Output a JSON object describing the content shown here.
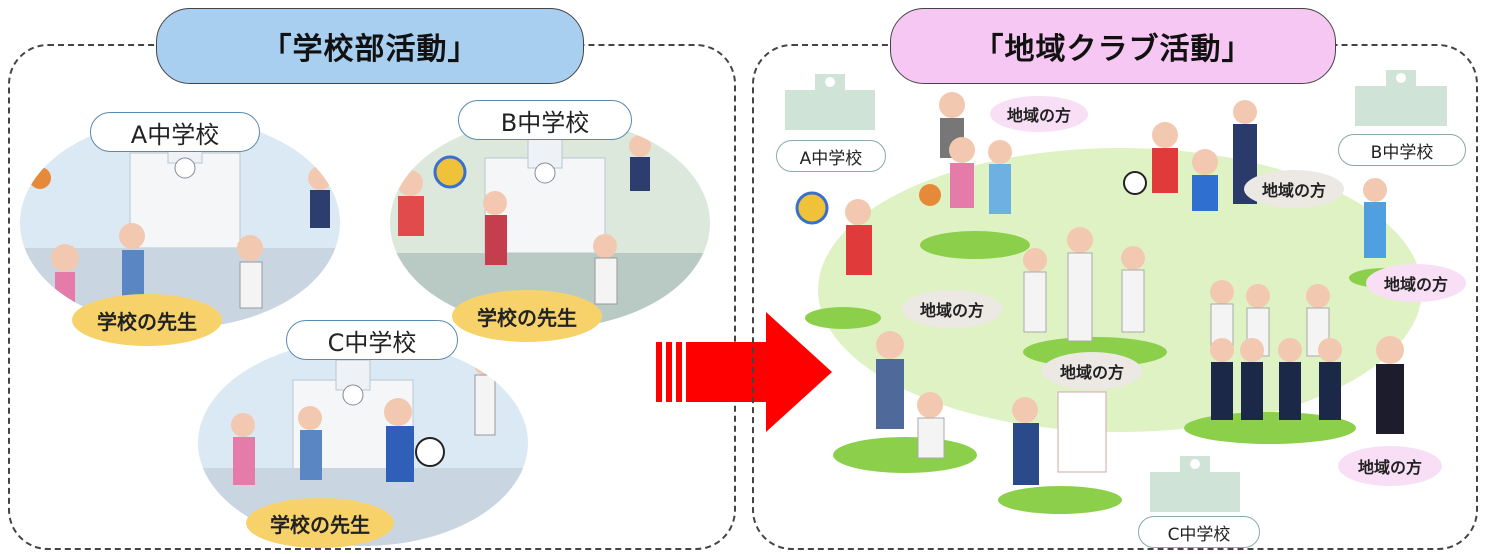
{
  "left_panel": {
    "title": "「学校部活動」",
    "schools": [
      {
        "name": "A中学校",
        "teacher_label": "学校の先生"
      },
      {
        "name": "B中学校",
        "teacher_label": "学校の先生"
      },
      {
        "name": "C中学校",
        "teacher_label": "学校の先生"
      }
    ]
  },
  "right_panel": {
    "title": "「地域クラブ活動」",
    "schools": [
      "A中学校",
      "B中学校",
      "C中学校"
    ],
    "local_label": "地域の方"
  },
  "colors": {
    "left_title_bg": "#a9cff0",
    "right_title_bg": "#f6c7f2",
    "arrow": "#ff0000",
    "field": "#dff2c4",
    "teacher_badge": "#f7d26a",
    "local_badge_gray": "#ece8e4",
    "local_badge_pink": "#f9dff5"
  },
  "icons": [
    "building-icon",
    "arrow-right-icon",
    "student-figure-icon",
    "ball-icon"
  ]
}
